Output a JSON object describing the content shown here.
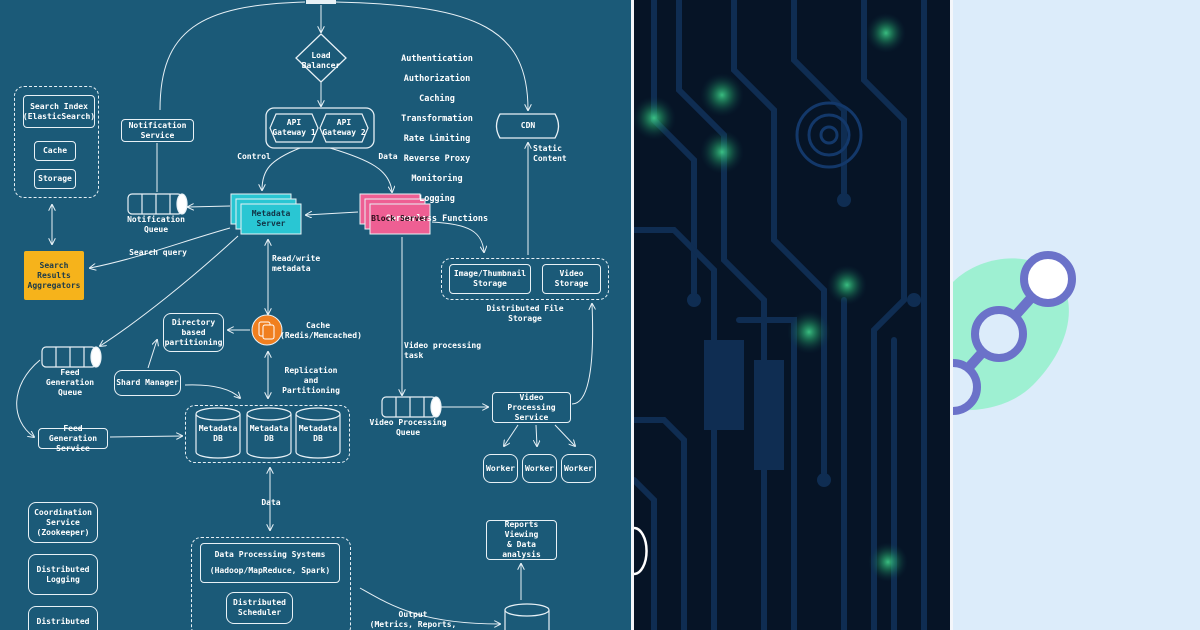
{
  "diagram": {
    "load_balancer": "Load\nBalancer",
    "api_gateway_1": "API\nGateway 1",
    "api_gateway_2": "API\nGateway 2",
    "gateway_features": [
      "Authentication",
      "Authorization",
      "Caching",
      "Transformation",
      "Rate Limiting",
      "Reverse Proxy",
      "Monitoring",
      "Logging",
      "Serverless Functions"
    ],
    "cdn": "CDN",
    "static_content": "Static Content",
    "notification_service": "Notification\nService",
    "notification_queue": "Notification\nQueue",
    "search_index": "Search Index\n(ElasticSearch)",
    "cache_small": "Cache",
    "storage_small": "Storage",
    "control": "Control",
    "data_top": "Data",
    "metadata_server": "Metadata\nServer",
    "block_server": "Block Server",
    "search_query": "Search query",
    "search_aggregators": "Search\nResults\nAggregators",
    "read_write_metadata": "Read/write metadata",
    "image_storage": "Image/Thumbnail\nStorage",
    "video_storage": "Video\nStorage",
    "distributed_file_storage": "Distributed File Storage",
    "directory_partitioning": "Directory\nbased\npartitioning",
    "cache_redis": "Cache\n(Redis/Memcached)",
    "feed_generation_queue": "Feed Generation\nQueue",
    "video_processing_task": "Video processing task",
    "shard_manager": "Shard Manager",
    "replication": "Replication and\nPartitioning",
    "video_processing_service": "Video Processing\nService",
    "video_processing_queue": "Video Processing\nQueue",
    "feed_generation_service": "Feed Generation\nService",
    "metadata_db": [
      "Metadata\nDB",
      "Metadata\nDB",
      "Metadata\nDB"
    ],
    "workers": [
      "Worker",
      "Worker",
      "Worker"
    ],
    "data_mid": "Data",
    "coordination_service": "Coordination\nService\n(Zookeeper)",
    "distributed_logging": "Distributed\nLogging",
    "distributed_bottom": "Distributed",
    "reports_viewing": "Reports Viewing\n& Data analysis",
    "data_processing_systems": "Data Processing Systems",
    "hadoop": "(Hadoop/MapReduce, Spark)",
    "distributed_scheduler": "Distributed\nScheduler",
    "output": "Output\n(Metrics, Reports, etc)"
  },
  "colors": {
    "diagram_bg": "#1b5a78",
    "line": "#e8f1f6",
    "metadata_server": "#29c6d3",
    "block_server": "#ee5f93",
    "aggregator": "#f6b31b",
    "redis": "#f07f1f",
    "circuit_bg": "#061426",
    "graph_bg": "#dcecfa",
    "graph_node": "#6b72c9",
    "graph_blob": "#9ef0d2"
  }
}
